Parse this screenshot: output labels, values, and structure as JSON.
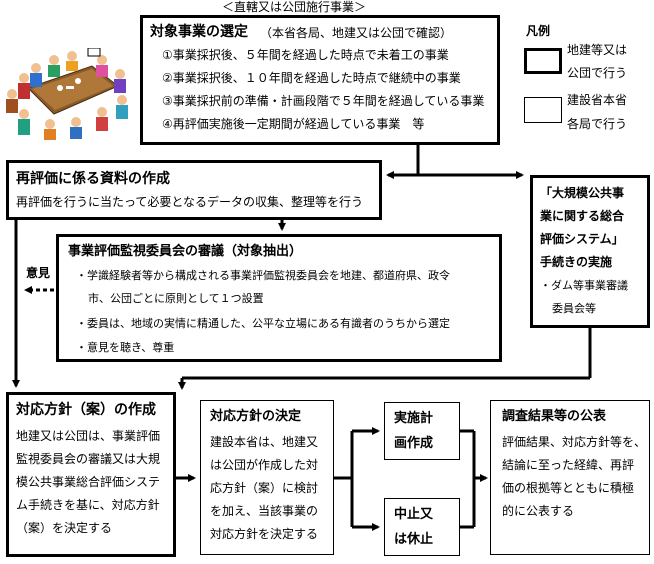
{
  "header": {
    "caption": "＜直轄又は公団施行事業＞"
  },
  "selection": {
    "title": "対象事業の選定",
    "subtitle": "（本省各局、地建又は公団で確認）",
    "items": [
      "①事業採択後、５年間を経過した時点で未着工の事業",
      "②事業採択後、１０年間を経過した時点で継続中の事業",
      "③事業採択前の準備・計画段階で５年間を経過している事業",
      "④再評価実施後一定期間が経過している事業　等"
    ]
  },
  "legend": {
    "title": "凡例",
    "thick_lines": [
      "地建等又は",
      "公団で行う"
    ],
    "thin_lines": [
      "建設省本省",
      "各局で行う"
    ]
  },
  "materials": {
    "title": "再評価に係る資料の作成",
    "body": "再評価を行うに当たって必要となるデータの収集、整理等を行う"
  },
  "committee": {
    "title": "事業評価監視委員会の審議（対象抽出）",
    "bullets": [
      [
        "・学識経験者等から構成される事業評価監視委員会を地建、都道府県、政令",
        "市、公団ごとに原則として１つ設置"
      ],
      [
        "・委員は、地域の実情に精通した、公平な立場にある有識者のうちから選定"
      ],
      [
        "・意見を聴き、尊重"
      ]
    ]
  },
  "opinion_label": "意見",
  "large_scale": {
    "title_lines": [
      "「大規模公共事",
      "業に関する総合",
      "評価システム」",
      "手続きの実施"
    ],
    "note_lines": [
      "・ダム等事業審議",
      "委員会等"
    ]
  },
  "draft": {
    "title": "対応方針（案）の作成",
    "lines": [
      "地建又は公団は、事業評価",
      "監視委員会の審議又は大規",
      "模公共事業総合評価システ",
      "ム手続きを基に、対応方針",
      "（案）を決定する"
    ]
  },
  "decision": {
    "title": "対応方針の決定",
    "lines": [
      "建設本省は、地建又",
      "は公団が作成した対",
      "応方針（案）に検討",
      "を加え、当該事業の",
      "対応方針を決定する"
    ]
  },
  "implement": {
    "lines": [
      "実施計",
      "画作成"
    ]
  },
  "stop": {
    "lines": [
      "中止又",
      "は休止"
    ]
  },
  "publish": {
    "title": "調査結果等の公表",
    "lines": [
      "評価結果、対応方針等を、",
      "結論に至った経緯、再評",
      "価の根拠等とともに積極",
      "的に公表する"
    ]
  },
  "illustration": {
    "icon": "meeting-people-icon"
  }
}
